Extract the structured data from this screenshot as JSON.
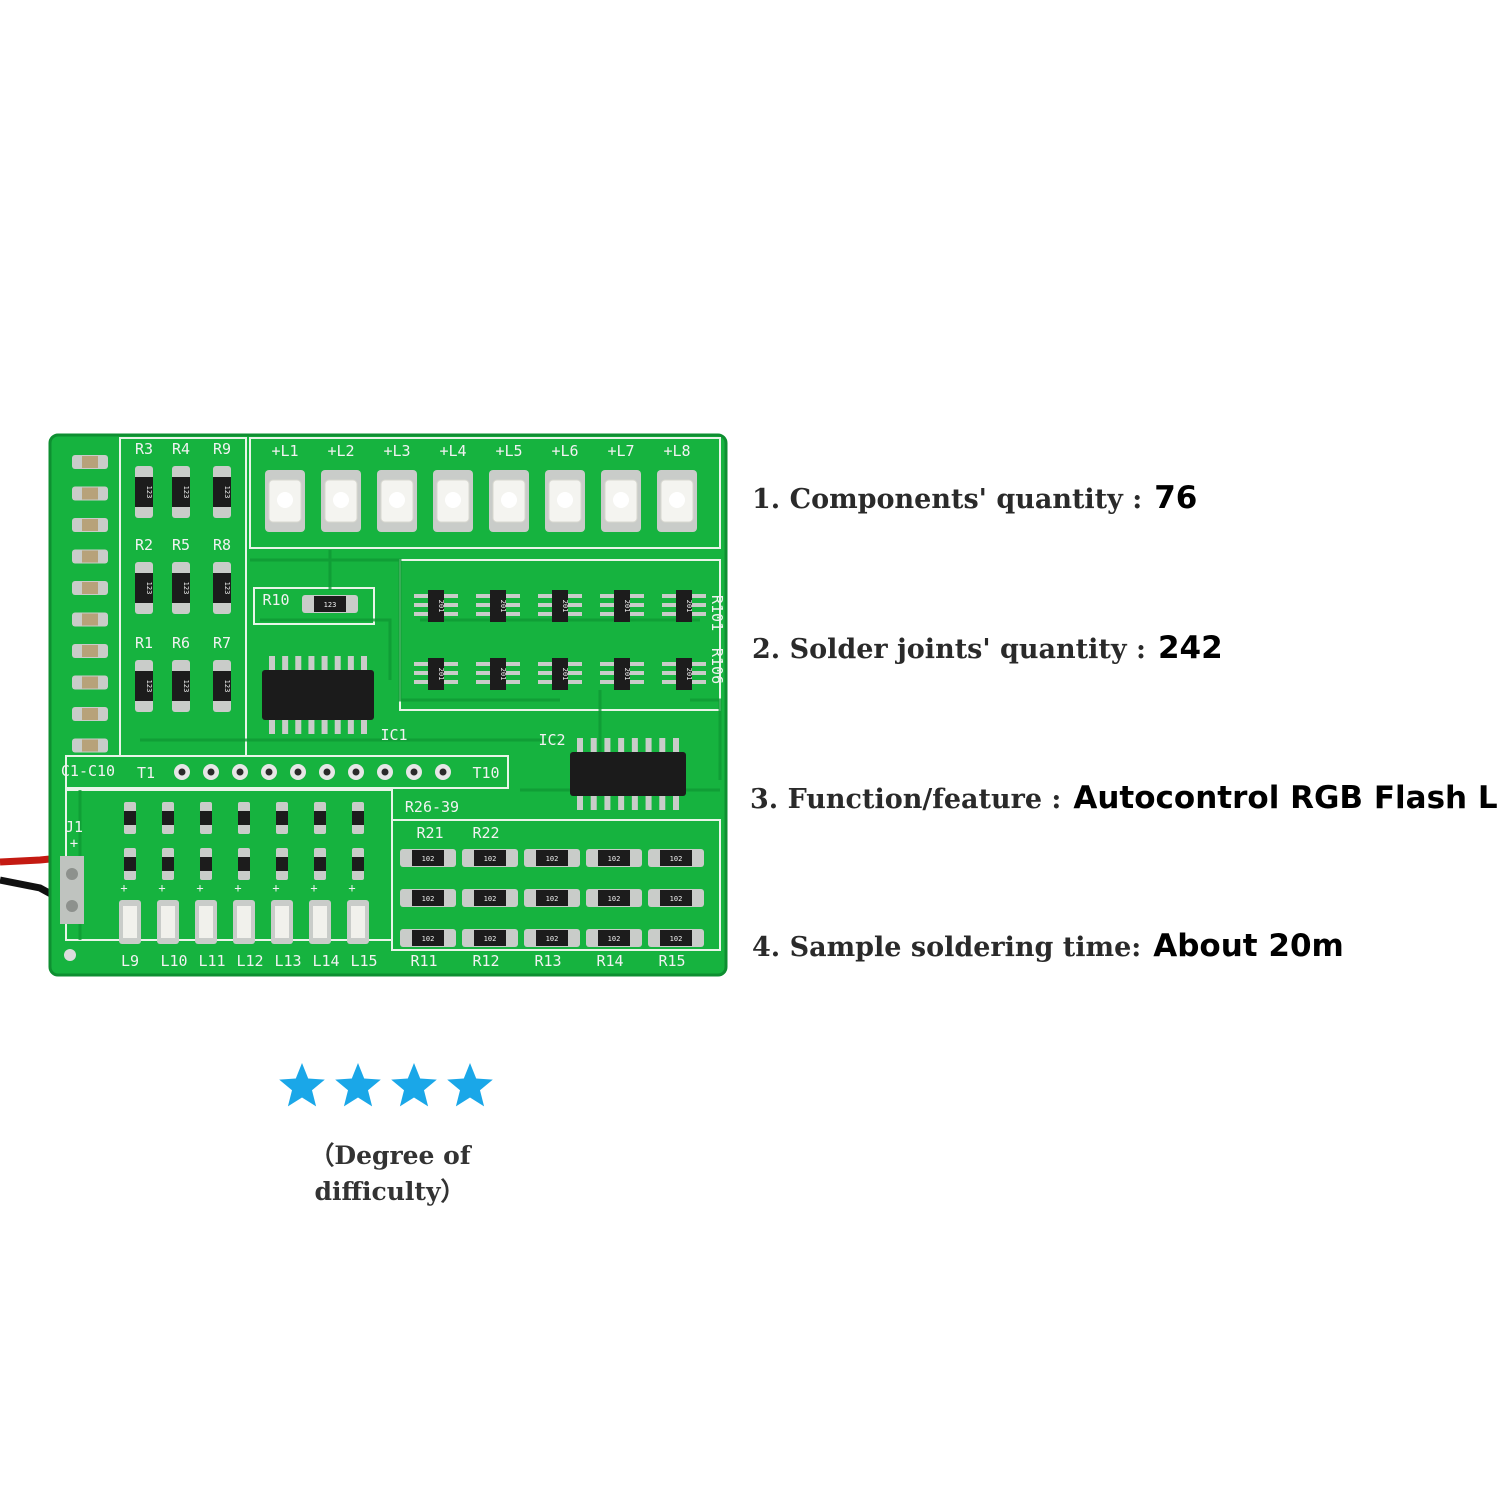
{
  "board": {
    "top_labels": [
      "+L1",
      "+L2",
      "+L3",
      "+L4",
      "+L5",
      "+L6",
      "+L7",
      "+L8"
    ],
    "resistor_labels": [
      "R3",
      "R4",
      "R9",
      "R2",
      "R5",
      "R8",
      "R1",
      "R6",
      "R7",
      "R10"
    ],
    "ic_labels": [
      "IC1",
      "IC2"
    ],
    "side_labels": [
      "C1-C10",
      "J1",
      "+",
      "T1",
      "T10",
      "R26-39",
      "R21",
      "R22",
      "R101",
      "R106"
    ],
    "bottom_led_labels": [
      "L9",
      "L10",
      "L11",
      "L12",
      "L13",
      "L14",
      "L15"
    ],
    "bottom_resistor_labels": [
      "R11",
      "R12",
      "R13",
      "R14",
      "R15"
    ],
    "smd_code_a": "123",
    "smd_code_b": "102",
    "smd_code_c": "201"
  },
  "specs": [
    {
      "label": "1. Components' quantity :",
      "value": "76"
    },
    {
      "label": "2. Solder joints' quantity :",
      "value": "242"
    },
    {
      "label": "3. Function/feature :",
      "value": "Autocontrol RGB Flash LED"
    },
    {
      "label": "4. Sample soldering time:",
      "value": "About 20m"
    }
  ],
  "difficulty": {
    "stars": 4,
    "max_stars": 4,
    "star_color": "#1aa7e8",
    "label": "（Degree of difficulty）"
  },
  "colors": {
    "pcb": "#16b33f",
    "pcb_dark": "#0e8f31",
    "silkscreen": "#f2f2f2",
    "pad": "#c9ccc9"
  }
}
